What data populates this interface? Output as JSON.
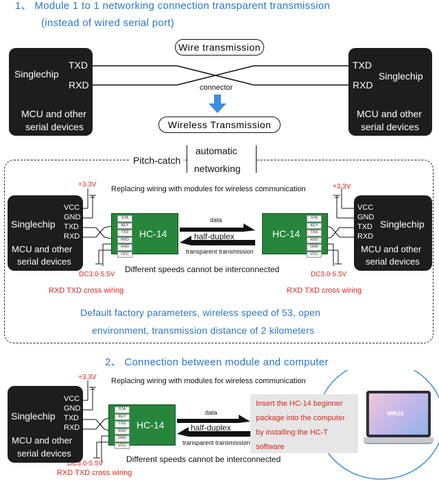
{
  "section1": {
    "title": "1、 Module 1 to 1 networking connection transparent transmission",
    "subtitle": "(instead of wired serial port)",
    "left_device": {
      "name": "Singlechip",
      "pin_tx": "TXD",
      "pin_rx": "RXD",
      "desc_line1": "MCU and other",
      "desc_line2": "serial devices"
    },
    "right_device": {
      "name": "Singlechip",
      "pin_tx": "TXD",
      "pin_rx": "RXD",
      "desc_line1": "MCU and other",
      "desc_line2": "serial devices"
    },
    "wire_label": "Wire transmission",
    "connector_label": "connector",
    "wireless_label": "Wireless Transmission"
  },
  "pitch": {
    "label": "Pitch-catch",
    "bracket_line1": "automatic",
    "bracket_line2": "networking",
    "caption": "Replacing wiring with modules for wireless communication",
    "voltage_top": "+3.3V",
    "voltage_bottom": "DC3.0-5.5V",
    "device": {
      "name": "Singlechip",
      "desc_line1": "MCU and other",
      "desc_line2": "serial devices"
    },
    "pins": [
      "VCC",
      "GND",
      "TXD",
      "RXD"
    ],
    "module_name": "HC-14",
    "module_pins": [
      "STA",
      "KEY",
      "TXD",
      "RXD",
      "GND",
      "VCC"
    ],
    "arrow_top": "data",
    "arrow_mid": "half-duplex",
    "arrow_bottom": "transparent transmission",
    "speed_note": "Different speeds cannot be interconnected",
    "cross_wiring": "RXD TXD cross wiring",
    "factory_line1": "Default factory parameters, wireless speed of 53, open",
    "factory_line2": "environment, transmission distance of 2 kilometers"
  },
  "section2": {
    "title": "2、 Connection between module and computer",
    "caption": "Replacing wiring with modules for wireless communication",
    "voltage_top": "+3.3V",
    "voltage_bottom": "DC3.0-5.5V",
    "device": {
      "name": "Singlechip",
      "desc_line1": "MCU and other",
      "desc_line2": "serial devices"
    },
    "pins": [
      "VCC",
      "GND",
      "TXD",
      "RXD"
    ],
    "module_name": "HC-14",
    "module_pins": [
      "STA",
      "KEY",
      "TXD",
      "RXD",
      "GND",
      "VCC"
    ],
    "arrow_top": "data",
    "arrow_mid": "half-duplex",
    "arrow_bottom": "transparent transmission",
    "speed_note": "Different speeds cannot be interconnected",
    "cross_wiring": "RXD TXD cross wiring",
    "info_lines": [
      "Insert the HC-14 beginner",
      "package into the computer",
      "by installing the HC-T",
      "software"
    ],
    "laptop_screen_text": "WIN10"
  }
}
